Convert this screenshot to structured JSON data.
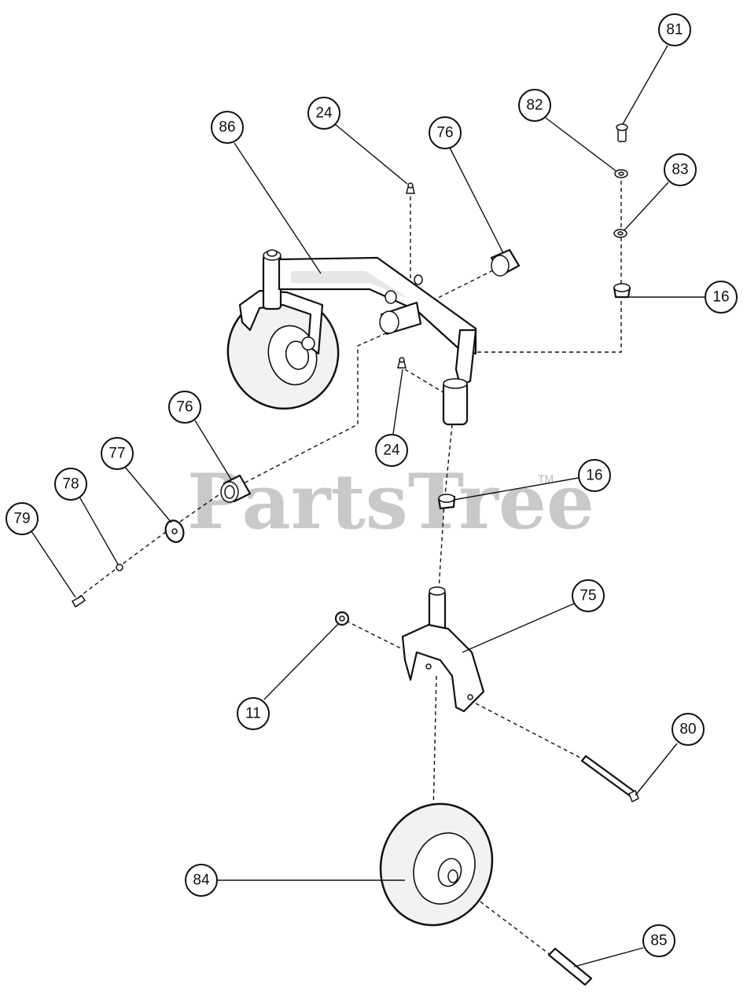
{
  "watermark": {
    "text": "PartsTree",
    "tm": "TM"
  },
  "callouts": {
    "c81": "81",
    "c82": "82",
    "c83": "83",
    "c16a": "16",
    "c24a": "24",
    "c76a": "76",
    "c86": "86",
    "c24b": "24",
    "c76b": "76",
    "c77": "77",
    "c78": "78",
    "c79": "79",
    "c16b": "16",
    "c75": "75",
    "c11": "11",
    "c80": "80",
    "c84": "84",
    "c85": "85"
  }
}
